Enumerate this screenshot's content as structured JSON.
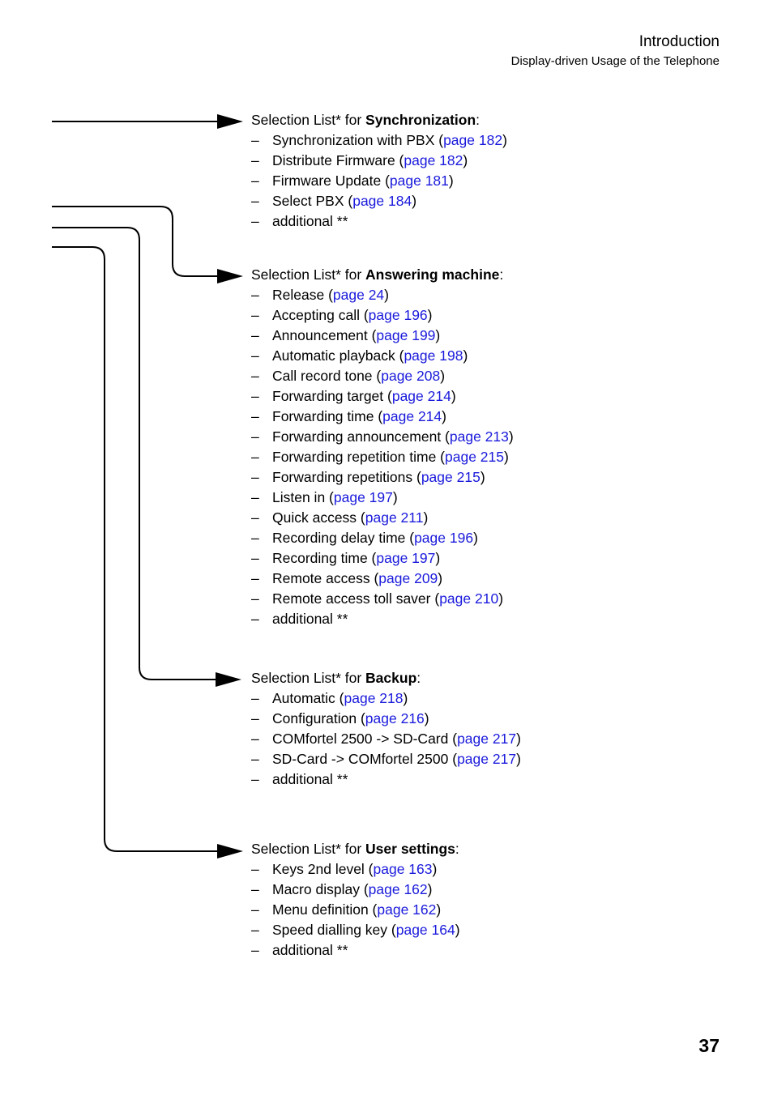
{
  "header": {
    "chapter": "Introduction",
    "subtitle": "Display-driven Usage of the Telephone"
  },
  "page_number": "37",
  "sections": [
    {
      "prefix": "Selection List* for ",
      "name": "Synchronization",
      "suffix": ":",
      "items": [
        {
          "text": "Synchronization with PBX (",
          "link": "page 182",
          "close": ")"
        },
        {
          "text": "Distribute Firmware (",
          "link": "page 182",
          "close": ")"
        },
        {
          "text": "Firmware Update (",
          "link": "page 181",
          "close": ")"
        },
        {
          "text": "Select PBX (",
          "link": "page 184",
          "close": ")"
        },
        {
          "text": "additional **",
          "link": "",
          "close": ""
        }
      ]
    },
    {
      "prefix": "Selection List* for ",
      "name": "Answering machine",
      "suffix": ":",
      "items": [
        {
          "text": "Release (",
          "link": "page 24",
          "close": ")"
        },
        {
          "text": "Accepting call (",
          "link": "page 196",
          "close": ")"
        },
        {
          "text": "Announcement (",
          "link": "page 199",
          "close": ")"
        },
        {
          "text": "Automatic playback (",
          "link": "page 198",
          "close": ")"
        },
        {
          "text": "Call record tone (",
          "link": "page 208",
          "close": ")"
        },
        {
          "text": "Forwarding target (",
          "link": "page 214",
          "close": ")"
        },
        {
          "text": "Forwarding time (",
          "link": "page 214",
          "close": ")"
        },
        {
          "text": "Forwarding announcement (",
          "link": "page 213",
          "close": ")"
        },
        {
          "text": "Forwarding repetition time (",
          "link": "page 215",
          "close": ")"
        },
        {
          "text": "Forwarding repetitions (",
          "link": "page 215",
          "close": ")"
        },
        {
          "text": "Listen in (",
          "link": "page 197",
          "close": ")"
        },
        {
          "text": "Quick access (",
          "link": "page 211",
          "close": ")"
        },
        {
          "text": "Recording delay time (",
          "link": "page 196",
          "close": ")"
        },
        {
          "text": "Recording time (",
          "link": "page 197",
          "close": ")"
        },
        {
          "text": "Remote access (",
          "link": "page 209",
          "close": ")"
        },
        {
          "text": "Remote access toll saver (",
          "link": "page 210",
          "close": ")"
        },
        {
          "text": "additional **",
          "link": "",
          "close": ""
        }
      ]
    },
    {
      "prefix": "Selection List* for ",
      "name": "Backup",
      "suffix": ":",
      "items": [
        {
          "text": "Automatic (",
          "link": "page 218",
          "close": ")"
        },
        {
          "text": "Configuration (",
          "link": "page 216",
          "close": ")"
        },
        {
          "text": "COMfortel 2500 -> SD-Card (",
          "link": "page 217",
          "close": ")"
        },
        {
          "text": "SD-Card -> COMfortel 2500 (",
          "link": "page 217",
          "close": ")"
        },
        {
          "text": "additional **",
          "link": "",
          "close": ""
        }
      ]
    },
    {
      "prefix": "Selection List* for ",
      "name": "User settings",
      "suffix": ":",
      "items": [
        {
          "text": "Keys 2nd level (",
          "link": "page 163",
          "close": ")"
        },
        {
          "text": "Macro display (",
          "link": "page 162",
          "close": ")"
        },
        {
          "text": "Menu definition (",
          "link": "page 162",
          "close": ")"
        },
        {
          "text": "Speed dialling key (",
          "link": "page 164",
          "close": ")"
        },
        {
          "text": "additional **",
          "link": "",
          "close": ""
        }
      ]
    }
  ]
}
